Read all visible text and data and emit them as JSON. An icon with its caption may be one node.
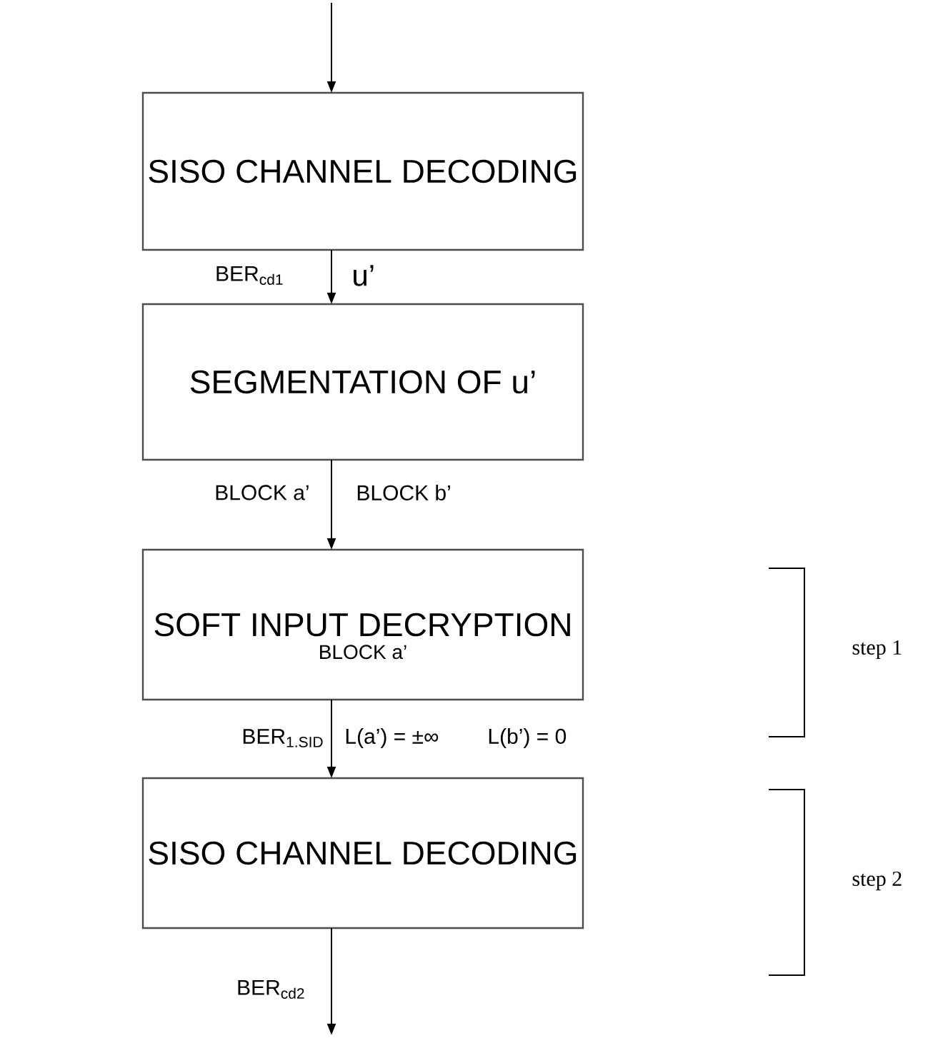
{
  "diagram": {
    "nodes": [
      {
        "text": [
          "SISO CHANNEL DECODING"
        ]
      },
      {
        "text": [
          "SEGMENTATION OF u’"
        ]
      },
      {
        "text": [
          "SOFT INPUT DECRYPTION",
          "BLOCK a’"
        ]
      },
      {
        "text": [
          "SISO CHANNEL DECODING"
        ]
      }
    ],
    "edges": [
      {
        "from": null,
        "to": 0,
        "arrow": "to"
      },
      {
        "from": 0,
        "to": 1,
        "arrow": "to"
      },
      {
        "from": 1,
        "to": 2,
        "arrow": "to"
      },
      {
        "from": 2,
        "to": 3,
        "arrow": "to"
      },
      {
        "from": 3,
        "to": null,
        "arrow": "to"
      }
    ],
    "labels": [
      "BER$_{cd1}$",
      "u’",
      "BLOCK a’",
      "BLOCK b’",
      "step 1",
      "BER$_{1.SID}$",
      "L(a’) = ±∞",
      "L(b’) = 0",
      "step 2",
      "BER$_{cd2}$"
    ]
  }
}
